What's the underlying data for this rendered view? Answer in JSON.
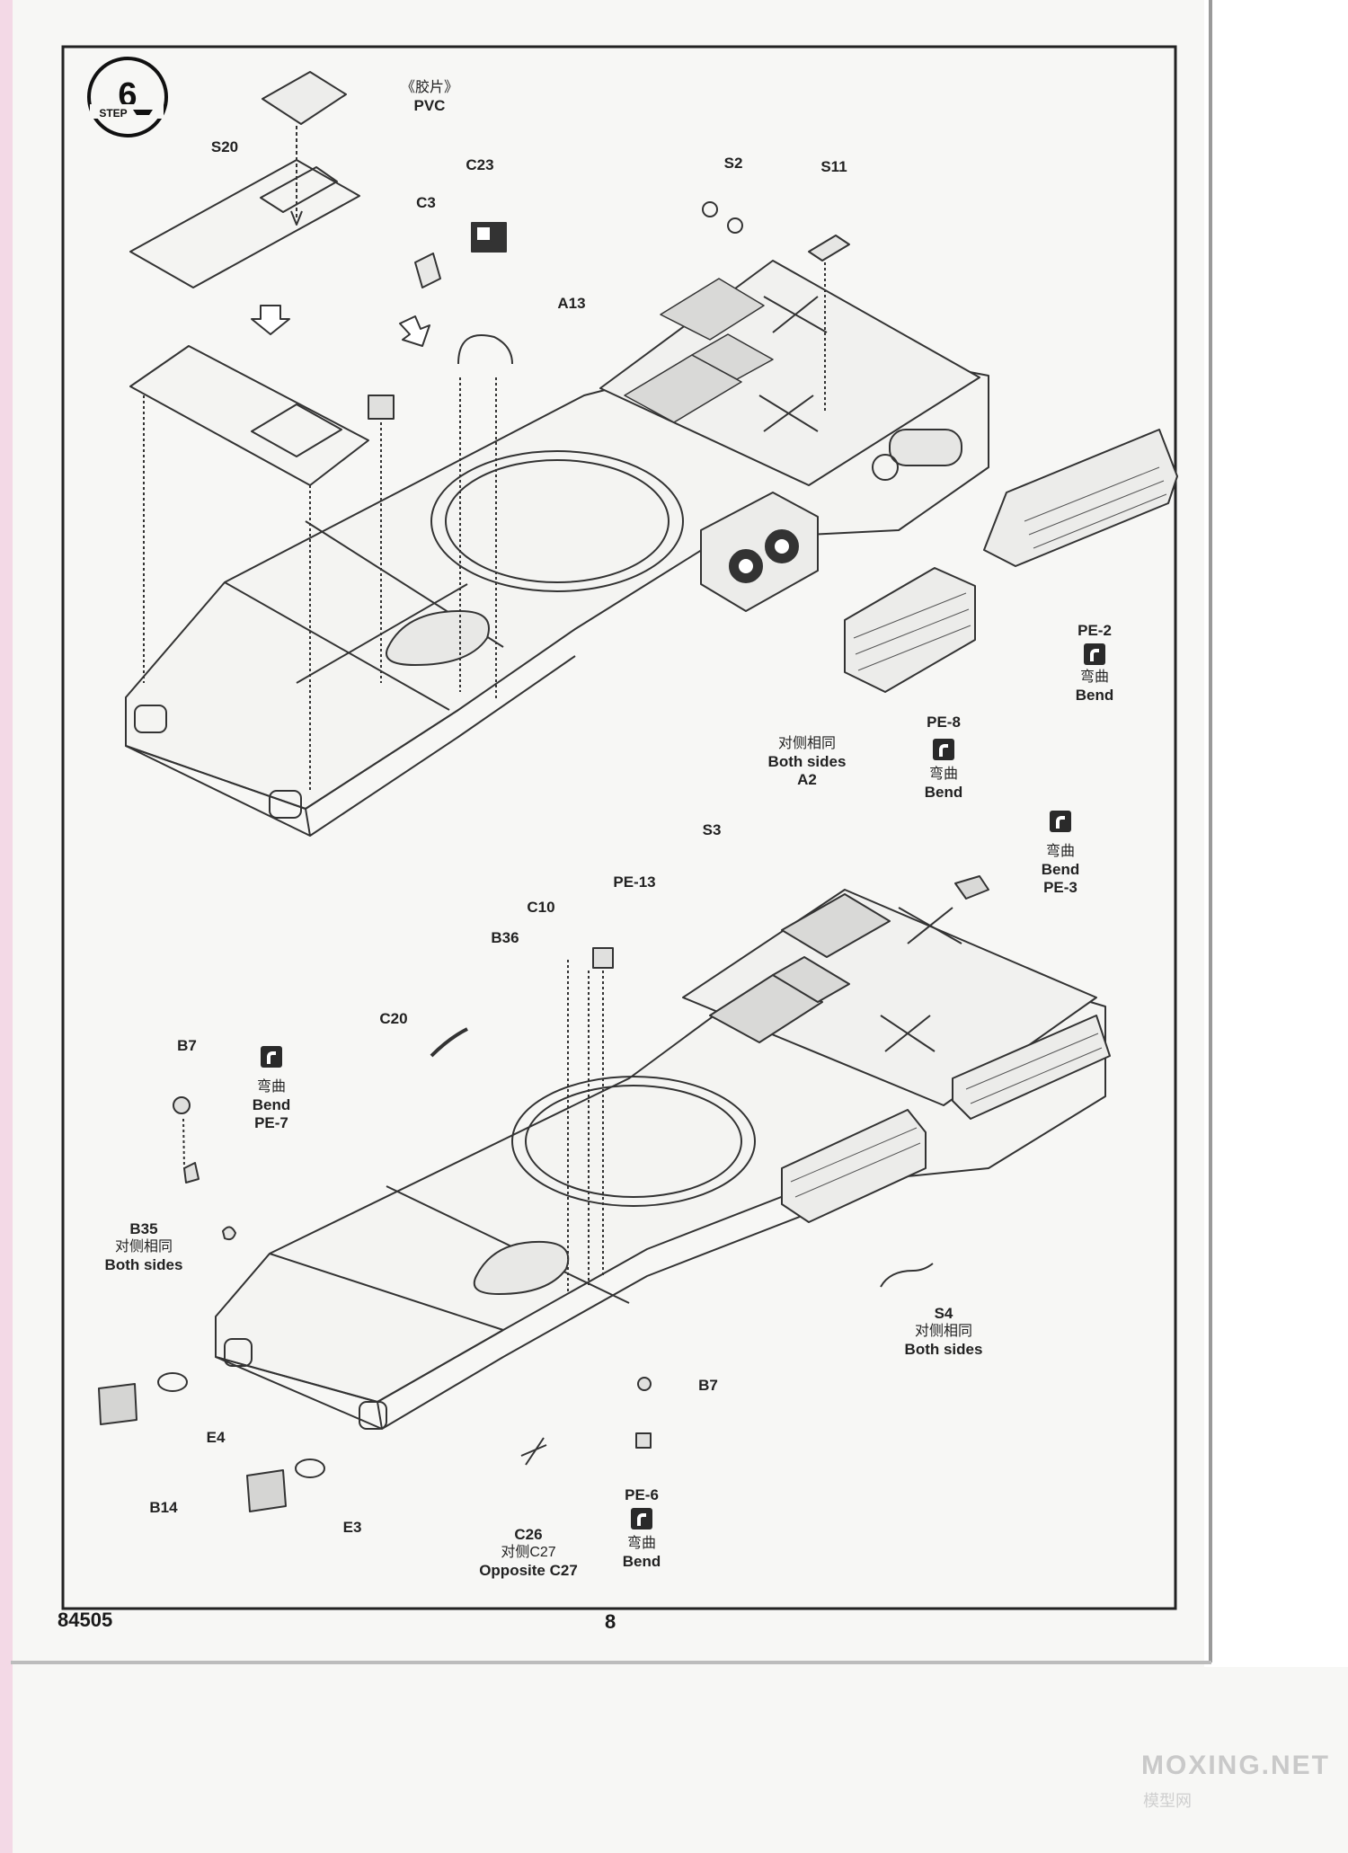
{
  "page": {
    "model_number": "84505",
    "page_number": "8"
  },
  "step": {
    "label": "STEP",
    "number": "6"
  },
  "callouts": {
    "pvc_zh": "《胶片》",
    "pvc_en": "PVC",
    "s20": "S20",
    "c23": "C23",
    "c3": "C3",
    "a13": "A13",
    "s2": "S2",
    "s11": "S11",
    "pe2": "PE-2",
    "pe8": "PE-8",
    "a2": "A2",
    "s3": "S3",
    "pe13": "PE-13",
    "c10": "C10",
    "b36": "B36",
    "c20": "C20",
    "pe3": "PE-3",
    "b7_top": "B7",
    "pe7": "PE-7",
    "b35": "B35",
    "e4": "E4",
    "b14": "B14",
    "e3": "E3",
    "c26": "C26",
    "c27_zh": "对侧C27",
    "c27_en": "Opposite C27",
    "pe6": "PE-6",
    "b7_bottom": "B7",
    "s4": "S4"
  },
  "phrases": {
    "bend_zh": "弯曲",
    "bend_en": "Bend",
    "both_sides_zh": "对侧相同",
    "both_sides_en": "Both sides"
  },
  "watermark": {
    "text": "MOXING.NET",
    "sub": "模型网"
  }
}
